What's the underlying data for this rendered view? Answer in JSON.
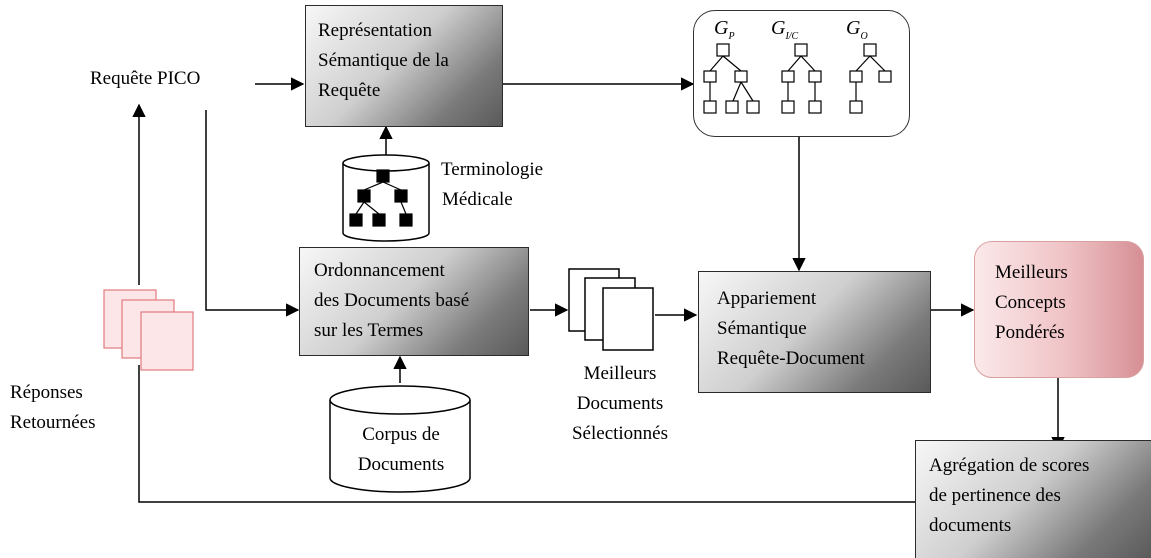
{
  "nodes": {
    "pico_query": "Requête PICO",
    "semantic_representation": [
      "Représentation",
      "Sémantique de la",
      "Requête"
    ],
    "terminology": [
      "Terminologie",
      "Médicale"
    ],
    "graphs": [
      {
        "label": "G",
        "sub": "P"
      },
      {
        "label": "G",
        "sub": "I/C"
      },
      {
        "label": "G",
        "sub": "O"
      }
    ],
    "term_ranking": [
      "Ordonnancement",
      "des Documents basé",
      "sur les Termes"
    ],
    "corpus": [
      "Corpus de",
      "Documents"
    ],
    "best_documents": [
      "Meilleurs",
      "Documents",
      "Sélectionnés"
    ],
    "semantic_matching": [
      "Appariement",
      "Sémantique",
      "Requête-Document"
    ],
    "best_concepts": [
      "Meilleurs",
      "Concepts",
      "Pondérés"
    ],
    "aggregation": [
      "Agrégation de scores",
      "de pertinence des",
      "documents"
    ],
    "returned_answers": [
      "Réponses",
      "Retournées"
    ]
  },
  "colors": {
    "box_gradient_dark": "#5a5a5a",
    "best_concepts_fill": "#efc2c5",
    "returned_docs": "#f08a8f"
  }
}
